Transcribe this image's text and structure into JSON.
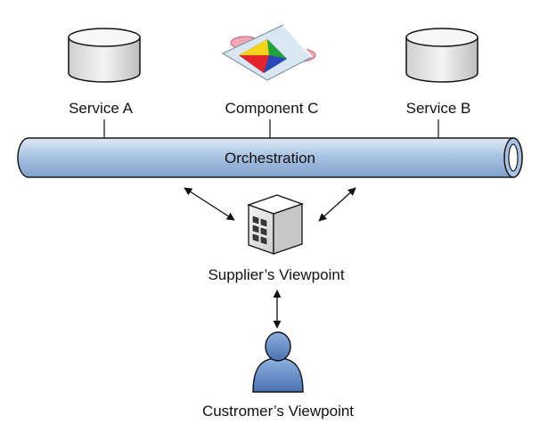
{
  "diagram": {
    "services": [
      {
        "label": "Service A",
        "icon": "database-icon"
      },
      {
        "label": "Component C",
        "icon": "component-icon"
      },
      {
        "label": "Service B",
        "icon": "database-icon"
      }
    ],
    "bus": {
      "label": "Orchestration"
    },
    "supplier": {
      "label": "Supplier’s Viewpoint",
      "icon": "building-icon"
    },
    "customer": {
      "label": "Custromer’s Viewpoint",
      "icon": "person-icon"
    },
    "colors": {
      "pipe_fill": "#a9c4e3",
      "pipe_stroke": "#1a1a1a",
      "person_fill": "#5f86c0",
      "database_fill": "#e6e6e6",
      "component_red": "#e3242b",
      "component_blue": "#2a47b8",
      "component_green": "#1fa33a",
      "component_yellow": "#f4d21a",
      "component_pink": "#f3a7b4"
    }
  }
}
